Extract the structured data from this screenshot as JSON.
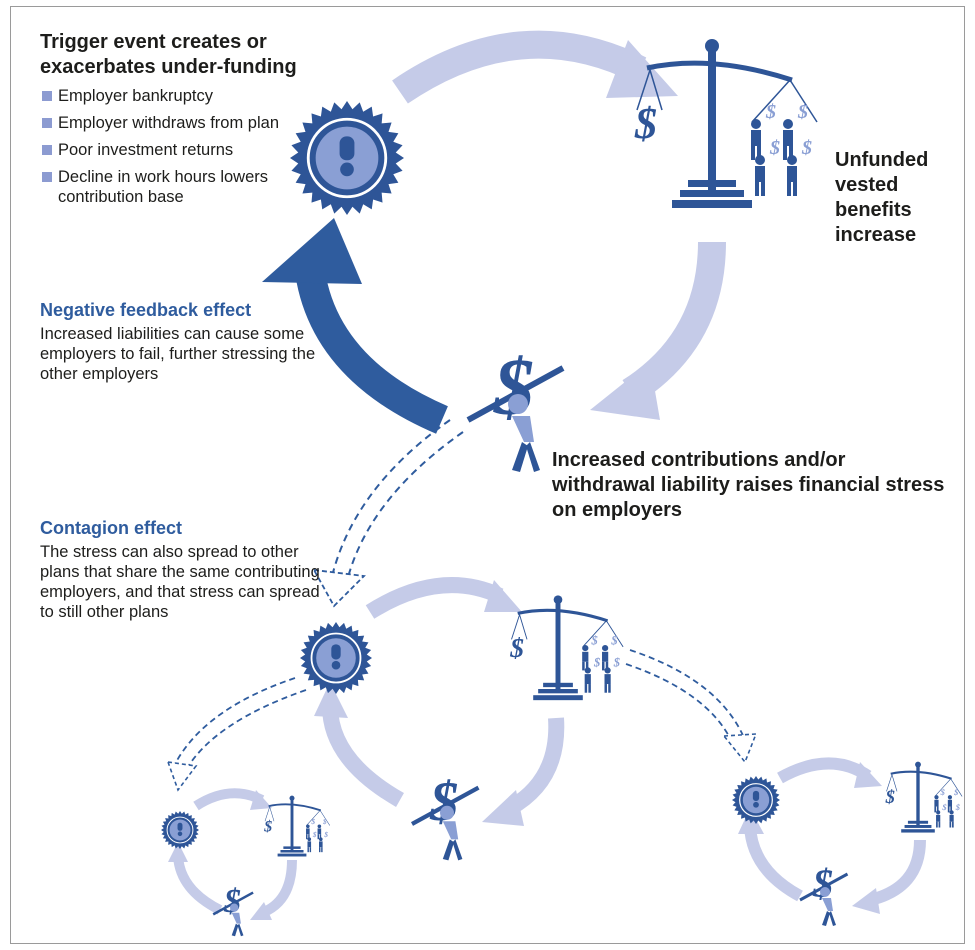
{
  "trigger": {
    "title": "Trigger event creates or exacerbates under-funding",
    "items": [
      "Employer bankruptcy",
      "Employer withdraws from plan",
      "Poor investment returns",
      "Decline in work hours lowers contribution base"
    ]
  },
  "unfunded": {
    "label": "Unfunded vested benefits increase"
  },
  "negative_feedback": {
    "title": "Negative feedback effect",
    "body": "Increased liabilities can cause some employers to fail, further stressing the other employers"
  },
  "increased_contributions": {
    "label": "Increased contributions and/or withdrawal liability raises financial stress on employers"
  },
  "contagion": {
    "title": "Contagion effect",
    "body": "The stress can also spread to other plans that share the same contributing employers, and that stress can spread to still other plans"
  },
  "icons": {
    "trigger": "exclamation-seal-icon",
    "liabilities": "balance-scale-icon",
    "stress": "person-carrying-dollar-icon"
  },
  "colors": {
    "light_arrow": "#c5cbe8",
    "dark_blue": "#2f5c9e",
    "seal_blue": "#2e5597",
    "bullet": "#8c9bd1",
    "heading_blue": "#2f5c9e"
  }
}
